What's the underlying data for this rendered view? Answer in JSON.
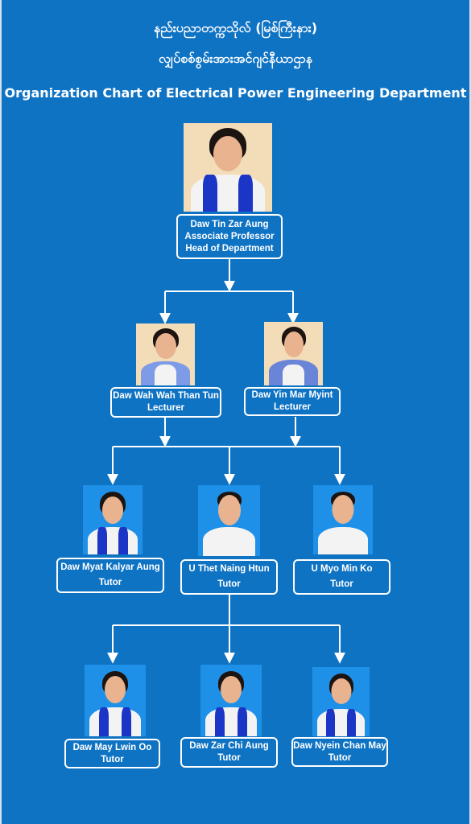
{
  "header": {
    "line1": "နည်းပညာတက္ကသိုလ် (မြစ်ကြီးနား)",
    "line2": "လျှပ်စစ်စွမ်းအားအင်ဂျင်နီယာဌာန",
    "line3": "Organization Chart  of Electrical Power Engineering Department"
  },
  "head": {
    "name": "Daw Tin Zar Aung",
    "role": "Associate Professor",
    "role2": "Head of Department"
  },
  "lecturers": [
    {
      "name": "Daw Wah Wah Than Tun",
      "role": "Lecturer"
    },
    {
      "name": "Daw Yin Mar Myint",
      "role": "Lecturer"
    }
  ],
  "tutors_row1": [
    {
      "name": "Daw Myat Kalyar  Aung",
      "role": "Tutor"
    },
    {
      "name": "U Thet Naing Htun",
      "role": "Tutor"
    },
    {
      "name": "U Myo Min Ko",
      "role": "Tutor"
    }
  ],
  "tutors_row2": [
    {
      "name": "Daw  May Lwin Oo",
      "role": "Tutor"
    },
    {
      "name": "Daw Zar Chi Aung",
      "role": "Tutor"
    },
    {
      "name": "Daw Nyein Chan May",
      "role": "Tutor"
    }
  ],
  "colors": {
    "background": "#0f73c4",
    "photo_light_bg": "#f3dcb8",
    "photo_blue_bg": "#1e90e8",
    "scarf": "#1b35c7"
  }
}
